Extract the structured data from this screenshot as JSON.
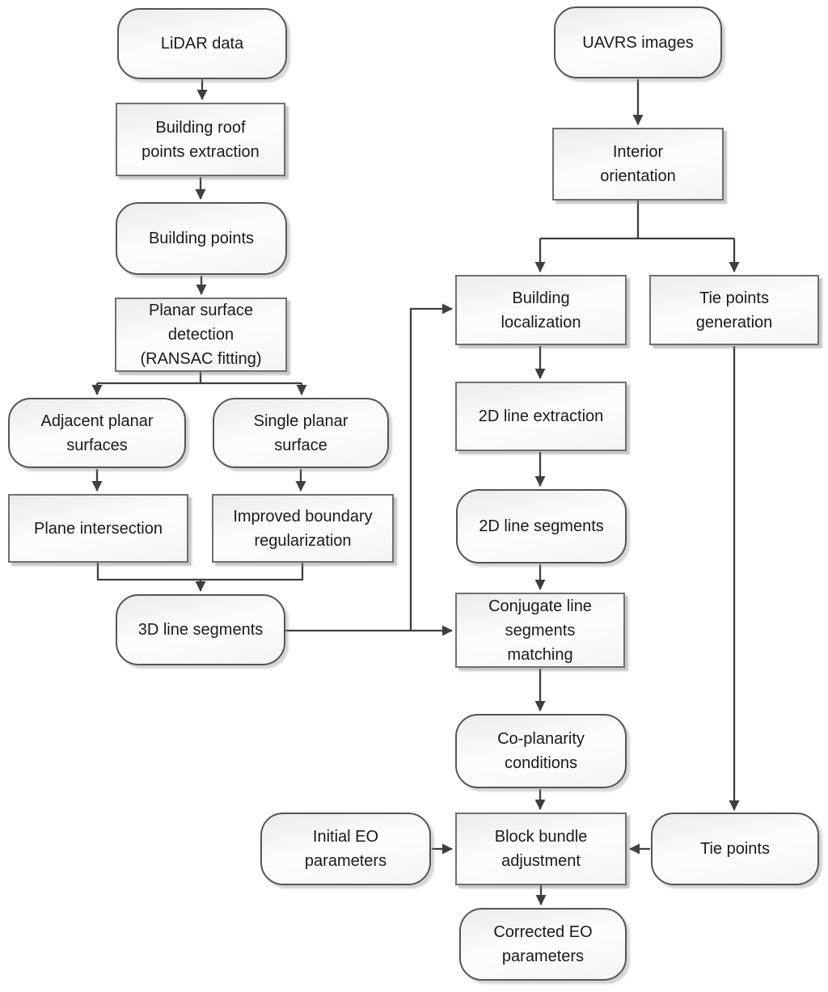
{
  "diagram": {
    "type": "flowchart",
    "description": "Workflow fusing LiDAR data and UAVRS images for EO parameter correction",
    "colors": {
      "background": "#ffffff",
      "connector": "#3f3f3f",
      "box_border_rect": "#6f6f6f",
      "box_border_rounded": "#555555",
      "box_fill_top": "#ebebeb",
      "box_fill_bottom": "#f4f4f4",
      "text": "#1a1a1a"
    },
    "nodes": {
      "lidar_data": {
        "label": "LiDAR data",
        "shape": "rounded"
      },
      "building_roof_points_extraction": {
        "label": "Building roof\npoints extraction",
        "shape": "rect"
      },
      "building_points": {
        "label": "Building points",
        "shape": "rounded"
      },
      "planar_surface_detection": {
        "label": "Planar surface\ndetection\n(RANSAC fitting)",
        "shape": "rect"
      },
      "adjacent_planar_surfaces": {
        "label": "Adjacent planar\nsurfaces",
        "shape": "rounded"
      },
      "single_planar_surface": {
        "label": "Single planar\nsurface",
        "shape": "rounded"
      },
      "plane_intersection": {
        "label": "Plane intersection",
        "shape": "rect"
      },
      "improved_boundary_regularization": {
        "label": "Improved boundary\nregularization",
        "shape": "rect"
      },
      "line_segments_3d": {
        "label": "3D line segments",
        "shape": "rounded"
      },
      "uavrs_images": {
        "label": "UAVRS images",
        "shape": "rounded"
      },
      "interior_orientation": {
        "label": "Interior\norientation",
        "shape": "rect"
      },
      "building_localization": {
        "label": "Building\nlocalization",
        "shape": "rect"
      },
      "tie_points_generation": {
        "label": "Tie points\ngeneration",
        "shape": "rect"
      },
      "line_extraction_2d": {
        "label": "2D line extraction",
        "shape": "rect"
      },
      "line_segments_2d": {
        "label": "2D line segments",
        "shape": "rounded"
      },
      "conjugate_line_segments_matching": {
        "label": "Conjugate line\nsegments\nmatching",
        "shape": "rect"
      },
      "co_planarity_conditions": {
        "label": "Co-planarity\nconditions",
        "shape": "rounded"
      },
      "initial_eo_parameters": {
        "label": "Initial EO\nparameters",
        "shape": "rounded"
      },
      "block_bundle_adjustment": {
        "label": "Block bundle\nadjustment",
        "shape": "rect"
      },
      "tie_points": {
        "label": "Tie points",
        "shape": "rounded"
      },
      "corrected_eo_parameters": {
        "label": "Corrected EO\nparameters",
        "shape": "rounded"
      }
    },
    "edges": [
      {
        "from": "lidar_data",
        "to": "building_roof_points_extraction"
      },
      {
        "from": "building_roof_points_extraction",
        "to": "building_points"
      },
      {
        "from": "building_points",
        "to": "planar_surface_detection"
      },
      {
        "from": "planar_surface_detection",
        "to": "adjacent_planar_surfaces"
      },
      {
        "from": "planar_surface_detection",
        "to": "single_planar_surface"
      },
      {
        "from": "adjacent_planar_surfaces",
        "to": "plane_intersection"
      },
      {
        "from": "single_planar_surface",
        "to": "improved_boundary_regularization"
      },
      {
        "from": "plane_intersection",
        "to": "line_segments_3d"
      },
      {
        "from": "improved_boundary_regularization",
        "to": "line_segments_3d"
      },
      {
        "from": "line_segments_3d",
        "to": "building_localization"
      },
      {
        "from": "line_segments_3d",
        "to": "conjugate_line_segments_matching"
      },
      {
        "from": "uavrs_images",
        "to": "interior_orientation"
      },
      {
        "from": "interior_orientation",
        "to": "building_localization"
      },
      {
        "from": "interior_orientation",
        "to": "tie_points_generation"
      },
      {
        "from": "building_localization",
        "to": "line_extraction_2d"
      },
      {
        "from": "line_extraction_2d",
        "to": "line_segments_2d"
      },
      {
        "from": "line_segments_2d",
        "to": "conjugate_line_segments_matching"
      },
      {
        "from": "conjugate_line_segments_matching",
        "to": "co_planarity_conditions"
      },
      {
        "from": "co_planarity_conditions",
        "to": "block_bundle_adjustment"
      },
      {
        "from": "tie_points_generation",
        "to": "tie_points"
      },
      {
        "from": "initial_eo_parameters",
        "to": "block_bundle_adjustment"
      },
      {
        "from": "tie_points",
        "to": "block_bundle_adjustment"
      },
      {
        "from": "block_bundle_adjustment",
        "to": "corrected_eo_parameters"
      }
    ]
  }
}
